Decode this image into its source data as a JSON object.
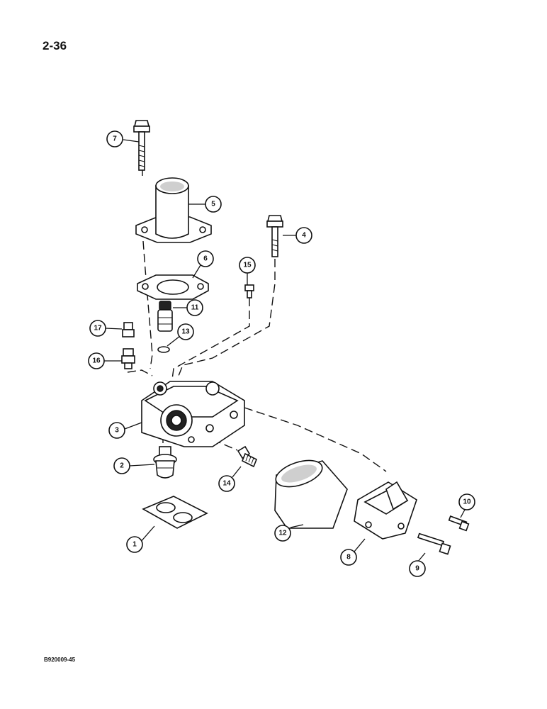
{
  "page": {
    "number": "2-36",
    "figure_code": "B920009-45"
  },
  "callouts": [
    {
      "id": "c1",
      "label": "1"
    },
    {
      "id": "c2",
      "label": "2"
    },
    {
      "id": "c3",
      "label": "3"
    },
    {
      "id": "c4",
      "label": "4"
    },
    {
      "id": "c5",
      "label": "5"
    },
    {
      "id": "c6",
      "label": "6"
    },
    {
      "id": "c7",
      "label": "7"
    },
    {
      "id": "c8",
      "label": "8"
    },
    {
      "id": "c9",
      "label": "9"
    },
    {
      "id": "c10",
      "label": "10"
    },
    {
      "id": "c11",
      "label": "11"
    },
    {
      "id": "c12",
      "label": "12"
    },
    {
      "id": "c13",
      "label": "13"
    },
    {
      "id": "c14",
      "label": "14"
    },
    {
      "id": "c15",
      "label": "15"
    },
    {
      "id": "c16",
      "label": "16"
    },
    {
      "id": "c17",
      "label": "17"
    }
  ]
}
